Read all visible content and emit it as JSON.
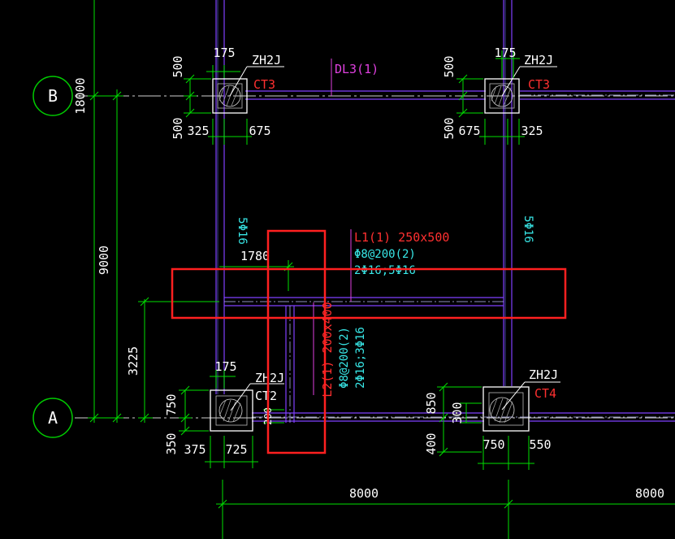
{
  "axes": {
    "b": "B",
    "a": "A"
  },
  "dimensions": {
    "vertical_total": "18000",
    "vertical_segment": "9000",
    "vertical_beam_offset": "3225",
    "horizontal_span_1": "8000",
    "horizontal_span_2": "8000",
    "b1_top": "175",
    "b1_up": "500",
    "b1_down": "500",
    "b1_left": "325",
    "b1_right": "675",
    "b2_top": "175",
    "b2_up": "500",
    "b2_down": "500",
    "b2_left": "675",
    "b2_right": "325",
    "a1_top": "175",
    "a1_up": "750",
    "a1_down": "350",
    "a1_left": "375",
    "a1_right": "725",
    "a1_small": "200",
    "a2_up": "850",
    "a2_mid": "300",
    "a2_down": "400",
    "a2_left": "750",
    "a2_right": "550",
    "beam_offset_l1": "1780"
  },
  "labels": {
    "cap_b1_type": "ZH2J",
    "cap_b1_name": "CT3",
    "cap_b2_type": "ZH2J",
    "cap_b2_name": "CT3",
    "cap_a1_type": "ZH2J",
    "cap_a1_name": "CT2",
    "cap_a2_type": "ZH2J",
    "cap_a2_name": "CT4",
    "tie_beam": "DL3(1)",
    "col_rebar_left": "5Φ16",
    "col_rebar_right": "5Φ16",
    "l1_name": "L1(1) 250x500",
    "l1_stirrup": "Φ8@200(2)",
    "l1_rebar": "2Φ16;5Φ16",
    "l2_name": "L2(1) 200x400",
    "l2_stirrup": "Φ8@200(2)",
    "l2_rebar": "2Φ16;3Φ16"
  },
  "colors": {
    "background": "#000000",
    "dimension": "#00e000",
    "text": "#ffffff",
    "cap_name": "#ff3030",
    "beam": "#8040ff",
    "rebar_note": "#38e8e8",
    "highlight_box": "#ff2020",
    "axis_circle": "#00cc00"
  }
}
